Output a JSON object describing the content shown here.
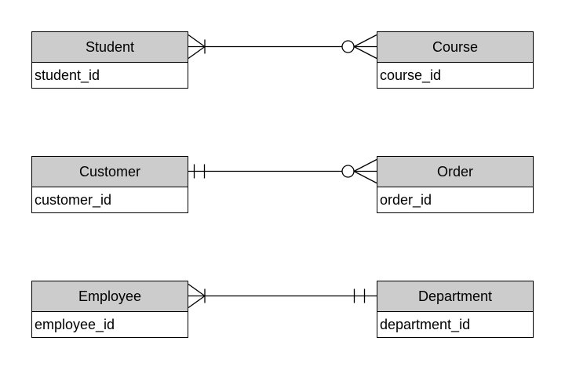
{
  "diagram": {
    "type": "entity-relationship-diagram",
    "notation": "crows-foot",
    "colors": {
      "background": "#ffffff",
      "entity_header_fill": "#cccccc",
      "entity_body_fill": "#ffffff",
      "border": "#000000",
      "line": "#000000",
      "text": "#000000"
    },
    "entities": [
      {
        "name": "Student",
        "attributes": [
          "student_id"
        ]
      },
      {
        "name": "Course",
        "attributes": [
          "course_id"
        ]
      },
      {
        "name": "Customer",
        "attributes": [
          "customer_id"
        ]
      },
      {
        "name": "Order",
        "attributes": [
          "order_id"
        ]
      },
      {
        "name": "Employee",
        "attributes": [
          "employee_id"
        ]
      },
      {
        "name": "Department",
        "attributes": [
          "department_id"
        ]
      }
    ],
    "relationships": [
      {
        "from": "Student",
        "to": "Course",
        "from_cardinality": "one-or-many",
        "to_cardinality": "zero-or-many"
      },
      {
        "from": "Customer",
        "to": "Order",
        "from_cardinality": "one-and-only-one",
        "to_cardinality": "zero-or-many"
      },
      {
        "from": "Employee",
        "to": "Department",
        "from_cardinality": "one-or-many",
        "to_cardinality": "one-and-only-one"
      }
    ]
  }
}
